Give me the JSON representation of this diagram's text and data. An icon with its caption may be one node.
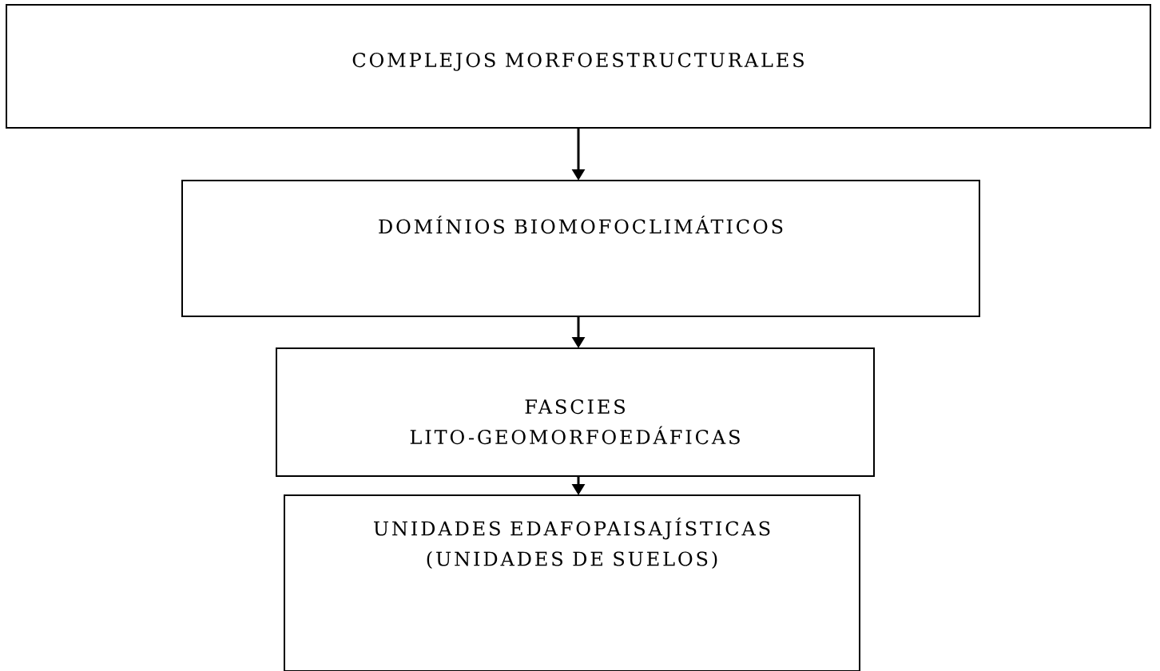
{
  "diagram": {
    "nodes": [
      {
        "text": [
          "COMPLEJOS MORFOESTRUCTURALES"
        ]
      },
      {
        "text": [
          "DOMÍNIOS BIOMOFOCLIMÁTICOS"
        ]
      },
      {
        "text": [
          "FASCIES LITO-GEOMORFOEDÁFICAS"
        ]
      },
      {
        "text": [
          "UNIDADES EDAFOPAISAJÍSTICAS (UNIDADES DE SUELOS)"
        ]
      }
    ],
    "edges": [
      {
        "from": 0,
        "to": 1,
        "arrow": "to"
      },
      {
        "from": 1,
        "to": 2,
        "arrow": "to"
      },
      {
        "from": 2,
        "to": 3,
        "arrow": "to"
      }
    ]
  }
}
